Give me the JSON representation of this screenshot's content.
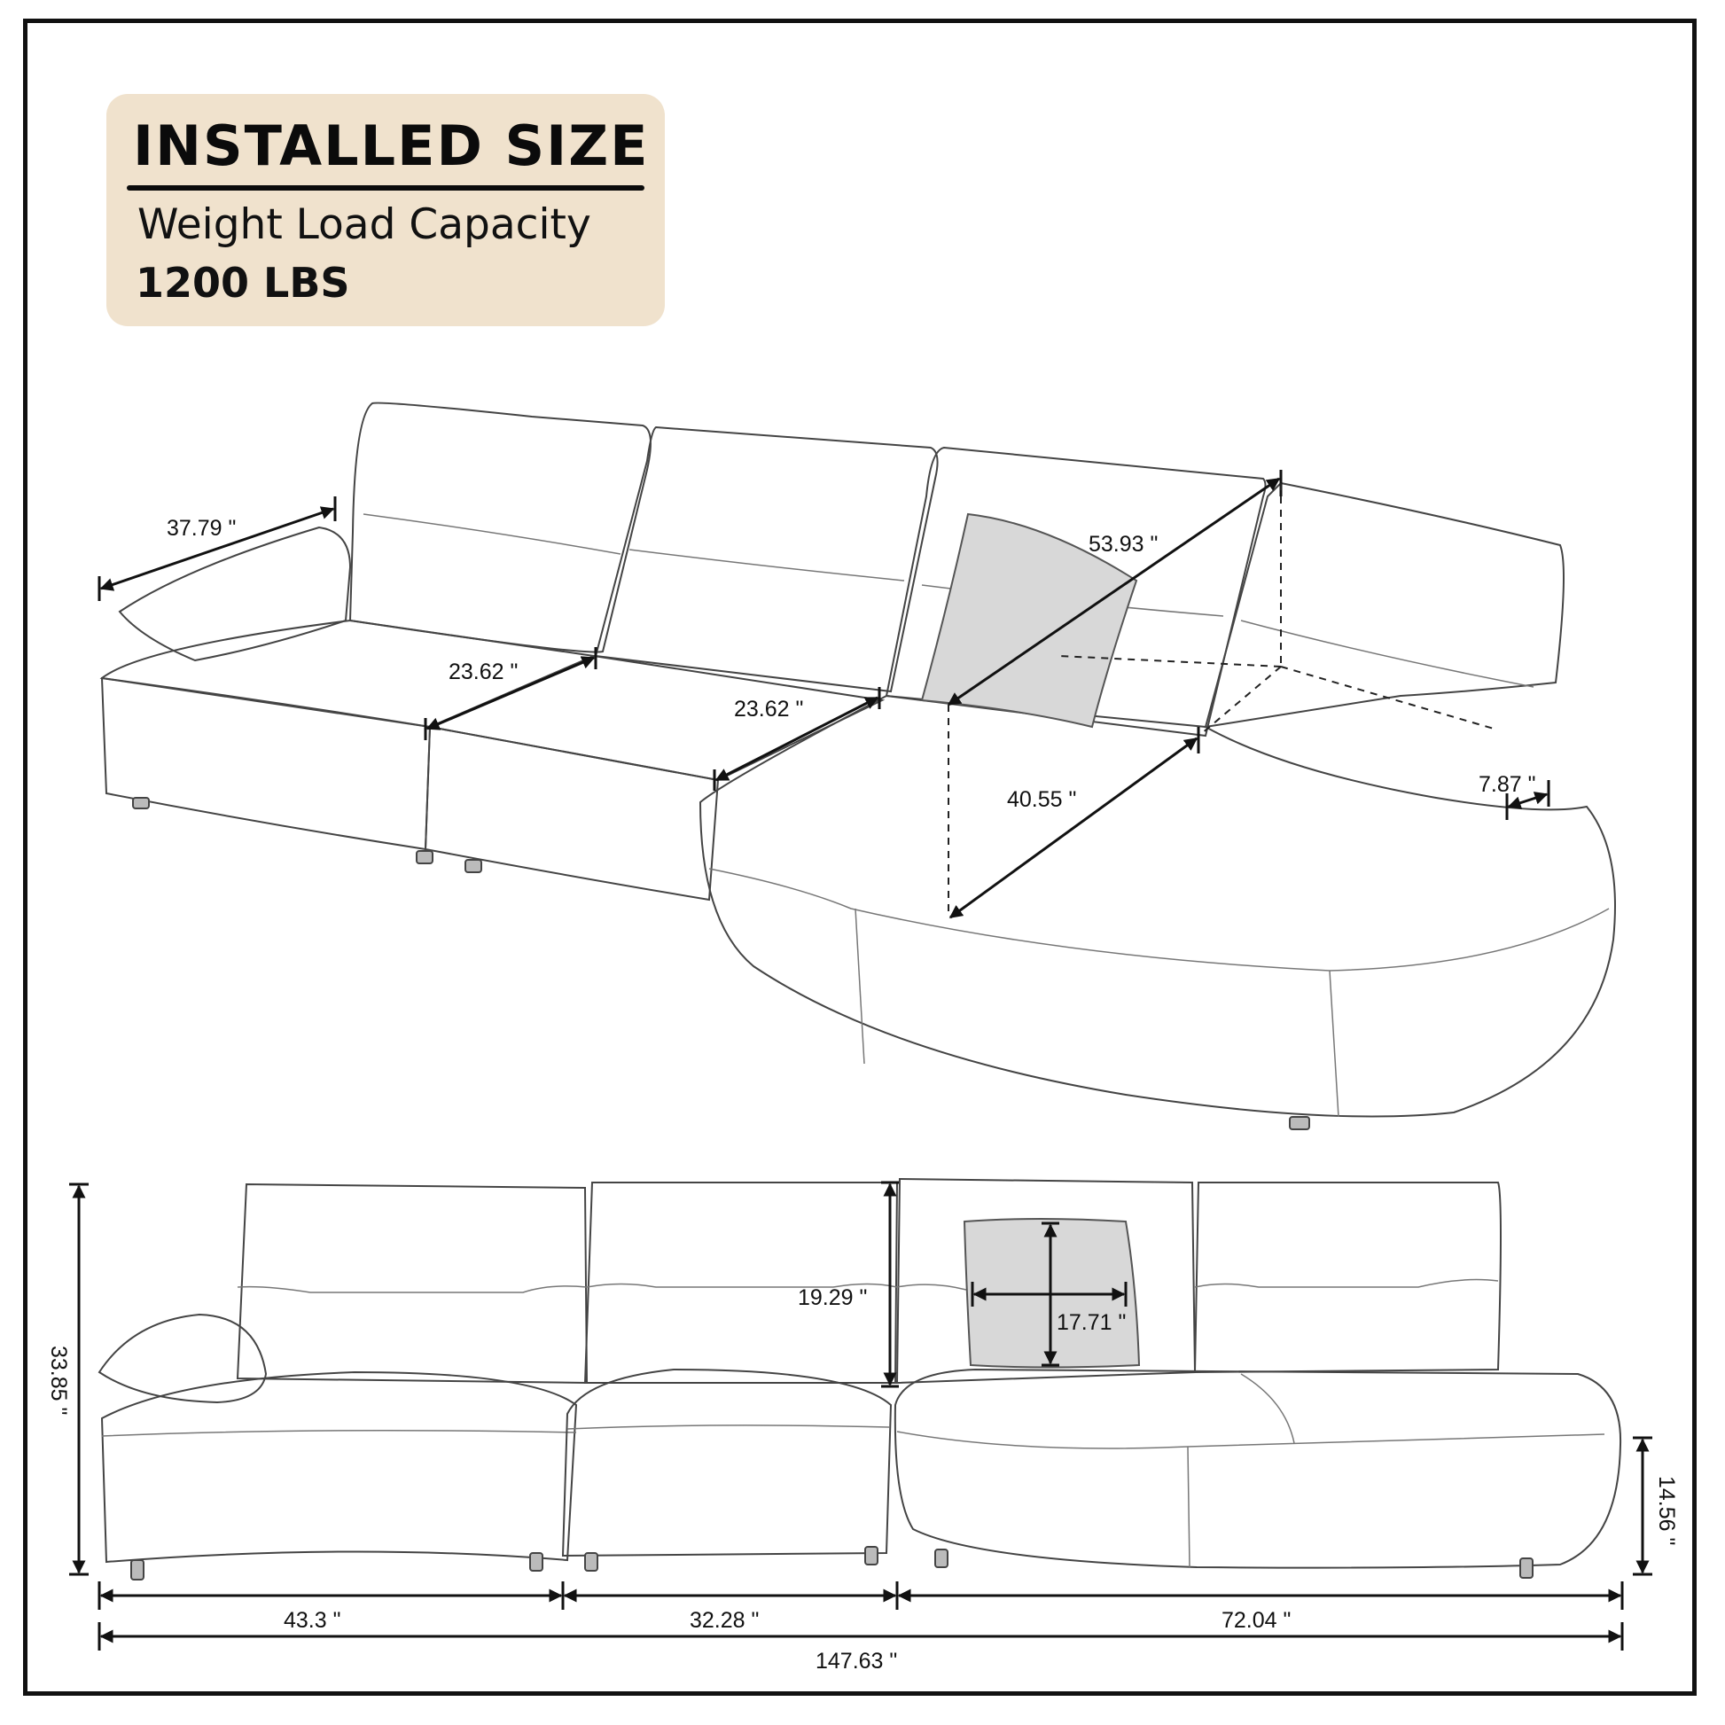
{
  "badge": {
    "title": "INSTALLED  SIZE",
    "subtitle": "Weight Load Capacity",
    "value": "1200 LBS"
  },
  "colors": {
    "badge_background": "#f0e2cd",
    "frame": "#111111",
    "ink": "#111111"
  },
  "perspective_view": {
    "dimensions": {
      "armrest_depth": "37.79 \"",
      "seat_width_left": "23.62 \"",
      "seat_width_middle": "23.62 \"",
      "chaise_diagonal": "53.93 \"",
      "chaise_depth": "40.55 \"",
      "chaise_back_thickness": "7.87 \""
    }
  },
  "front_view": {
    "dimensions": {
      "overall_height": "33.85 \"",
      "back_height": "19.29 \"",
      "pillow_size": "17.71 \"",
      "seat_height": "14.56 \"",
      "left_section_width": "43.3 \"",
      "middle_section_width": "32.28 \"",
      "right_section_width": "72.04 \"",
      "overall_width": "147.63 \""
    }
  }
}
